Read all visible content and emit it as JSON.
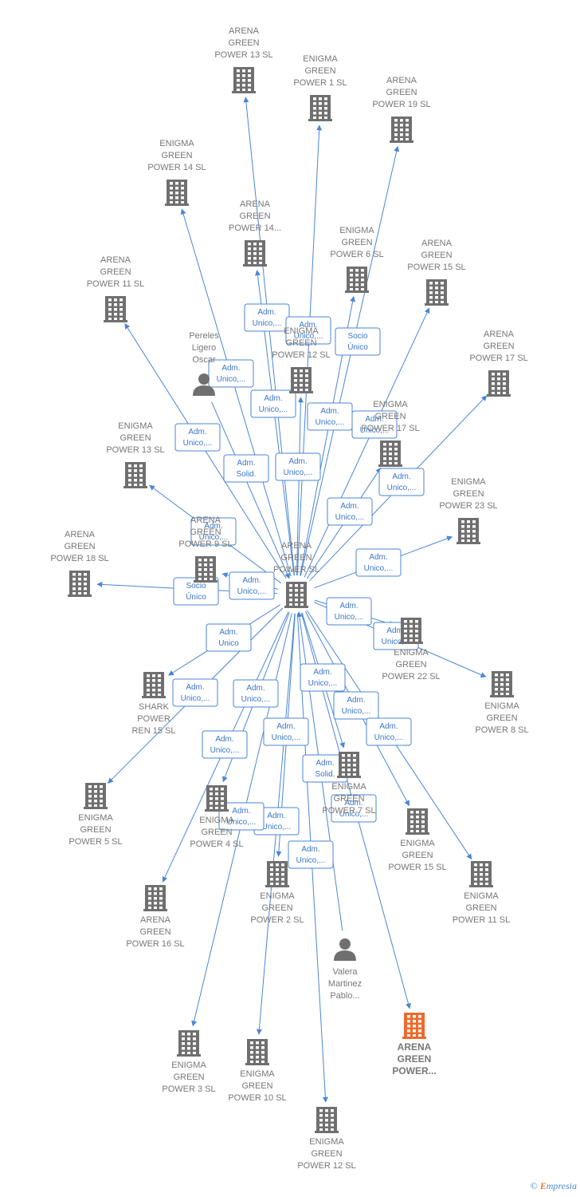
{
  "colors": {
    "edge": "#4a86d6",
    "building": "#6f6f6f",
    "highlight": "#f06a2c",
    "person": "#6f6f6f"
  },
  "nodes": [
    {
      "id": "center",
      "type": "building",
      "lines": [
        "ARENA",
        "GREEN",
        "POWER  SL"
      ]
    },
    {
      "id": "n1",
      "type": "building",
      "lines": [
        "ARENA",
        "GREEN",
        "POWER 13  SL"
      ]
    },
    {
      "id": "n2",
      "type": "building",
      "lines": [
        "ENIGMA",
        "GREEN",
        "POWER 1  SL"
      ]
    },
    {
      "id": "n3",
      "type": "building",
      "lines": [
        "ARENA",
        "GREEN",
        "POWER 19  SL"
      ]
    },
    {
      "id": "n4",
      "type": "building",
      "lines": [
        "ENIGMA",
        "GREEN",
        "POWER 14  SL"
      ]
    },
    {
      "id": "n5",
      "type": "building",
      "lines": [
        "ARENA",
        "GREEN",
        "POWER 14..."
      ]
    },
    {
      "id": "n6",
      "type": "building",
      "lines": [
        "ENIGMA",
        "GREEN",
        "POWER 6  SL"
      ]
    },
    {
      "id": "n7",
      "type": "building",
      "lines": [
        "ARENA",
        "GREEN",
        "POWER 15  SL"
      ]
    },
    {
      "id": "n8",
      "type": "building",
      "lines": [
        "ARENA",
        "GREEN",
        "POWER 11  SL"
      ]
    },
    {
      "id": "n9",
      "type": "person",
      "lines": [
        "Pereles",
        "Ligero",
        "Oscar"
      ]
    },
    {
      "id": "n10",
      "type": "building",
      "lines": [
        "ENIGMA",
        "GREEN",
        "POWER 12  SL"
      ]
    },
    {
      "id": "n11",
      "type": "building",
      "lines": [
        "ARENA",
        "GREEN",
        "POWER 17  SL"
      ]
    },
    {
      "id": "n12",
      "type": "building",
      "lines": [
        "ENIGMA",
        "GREEN",
        "POWER 17  SL"
      ]
    },
    {
      "id": "n13",
      "type": "building",
      "lines": [
        "ENIGMA",
        "GREEN",
        "POWER 13  SL"
      ]
    },
    {
      "id": "n14",
      "type": "building",
      "lines": [
        "ENIGMA",
        "GREEN",
        "POWER 23  SL"
      ]
    },
    {
      "id": "n15",
      "type": "building",
      "lines": [
        "ARENA",
        "GREEN",
        "POWER 9  SL"
      ]
    },
    {
      "id": "n16",
      "type": "building",
      "lines": [
        "ARENA",
        "GREEN",
        "POWER 18  SL"
      ]
    },
    {
      "id": "n17",
      "type": "building",
      "lines": [
        "ENIGMA",
        "GREEN",
        "POWER 22  SL"
      ]
    },
    {
      "id": "n18",
      "type": "building",
      "lines": [
        "ENIGMA",
        "GREEN",
        "POWER 8  SL"
      ]
    },
    {
      "id": "n19",
      "type": "building",
      "lines": [
        "SHARK",
        "POWER",
        "REN 15  SL"
      ]
    },
    {
      "id": "n20",
      "type": "building",
      "lines": [
        "ENIGMA",
        "GREEN",
        "POWER 5  SL"
      ]
    },
    {
      "id": "n21",
      "type": "building",
      "lines": [
        "ENIGMA",
        "GREEN",
        "POWER 4  SL"
      ]
    },
    {
      "id": "n22",
      "type": "building",
      "lines": [
        "ENIGMA",
        "GREEN",
        "POWER 2  SL"
      ]
    },
    {
      "id": "n23",
      "type": "building",
      "lines": [
        "ENIGMA",
        "GREEN",
        "POWER 7  SL"
      ]
    },
    {
      "id": "n24",
      "type": "building",
      "lines": [
        "ENIGMA",
        "GREEN",
        "POWER 15  SL"
      ]
    },
    {
      "id": "n25",
      "type": "building",
      "lines": [
        "ENIGMA",
        "GREEN",
        "POWER 11  SL"
      ]
    },
    {
      "id": "n26",
      "type": "building",
      "lines": [
        "ARENA",
        "GREEN",
        "POWER 16  SL"
      ]
    },
    {
      "id": "n27",
      "type": "person",
      "lines": [
        "Valera",
        "Martinez",
        "Pablo..."
      ]
    },
    {
      "id": "n28",
      "type": "building",
      "highlight": true,
      "lines": [
        "ARENA",
        "GREEN",
        "POWER..."
      ]
    },
    {
      "id": "n29",
      "type": "building",
      "lines": [
        "ENIGMA",
        "GREEN",
        "POWER 3  SL"
      ]
    },
    {
      "id": "n30",
      "type": "building",
      "lines": [
        "ENIGMA",
        "GREEN",
        "POWER 10  SL"
      ]
    },
    {
      "id": "n31",
      "type": "building",
      "lines": [
        "ENIGMA",
        "GREEN",
        "POWER 12  SL"
      ]
    }
  ],
  "edges": [
    {
      "from": "center",
      "to": "n1",
      "label": [
        "Adm.",
        "Unico,..."
      ]
    },
    {
      "from": "center",
      "to": "n2",
      "label": [
        "Adm.",
        "Unico,..."
      ]
    },
    {
      "from": "center",
      "to": "n3",
      "label": [
        "Socio",
        "Único"
      ]
    },
    {
      "from": "center",
      "to": "n4",
      "label": [
        "Adm.",
        "Unico,..."
      ]
    },
    {
      "from": "center",
      "to": "n5",
      "label": [
        "Adm.",
        "Unico,..."
      ]
    },
    {
      "from": "center",
      "to": "n6",
      "label": [
        "Adm.",
        "Unico,..."
      ]
    },
    {
      "from": "center",
      "to": "n7",
      "label": [
        "Adm.",
        "Unico,..."
      ]
    },
    {
      "from": "center",
      "to": "n8",
      "label": [
        "Adm.",
        "Unico,..."
      ]
    },
    {
      "from": "n9",
      "to": "center",
      "label": [
        "Adm.",
        "Solid."
      ]
    },
    {
      "from": "center",
      "to": "n10",
      "label": [
        "Adm.",
        "Unico,..."
      ]
    },
    {
      "from": "center",
      "to": "n11",
      "label": [
        "Adm.",
        "Unico,..."
      ]
    },
    {
      "from": "center",
      "to": "n12",
      "label": [
        "Adm.",
        "Unico,..."
      ]
    },
    {
      "from": "center",
      "to": "n13",
      "label": [
        "Adm.",
        "Unico,..."
      ]
    },
    {
      "from": "center",
      "to": "n14",
      "label": [
        "Adm.",
        "Unico,..."
      ]
    },
    {
      "from": "center",
      "to": "n15",
      "label": [
        "Adm.",
        "Unico,..."
      ]
    },
    {
      "from": "center",
      "to": "n16",
      "label": [
        "Socio",
        "Único"
      ]
    },
    {
      "from": "center",
      "to": "n17",
      "label": [
        "Adm.",
        "Unico,..."
      ]
    },
    {
      "from": "center",
      "to": "n18",
      "label": [
        "Adm.",
        "Unico,..."
      ]
    },
    {
      "from": "center",
      "to": "n19",
      "label": [
        "Adm.",
        "Unico"
      ]
    },
    {
      "from": "center",
      "to": "n20",
      "label": [
        "Adm.",
        "Unico,..."
      ]
    },
    {
      "from": "center",
      "to": "n21",
      "label": [
        "Adm.",
        "Unico,..."
      ]
    },
    {
      "from": "center",
      "to": "n22",
      "label": [
        "Adm.",
        "Unico,..."
      ]
    },
    {
      "from": "center",
      "to": "n23",
      "label": [
        "Adm.",
        "Unico,..."
      ]
    },
    {
      "from": "center",
      "to": "n24",
      "label": [
        "Adm.",
        "Unico,..."
      ]
    },
    {
      "from": "center",
      "to": "n25",
      "label": [
        "Adm.",
        "Unico,..."
      ]
    },
    {
      "from": "center",
      "to": "n26",
      "label": [
        "Adm.",
        "Unico,..."
      ]
    },
    {
      "from": "n27",
      "to": "center",
      "label": [
        "Adm.",
        "Solid."
      ]
    },
    {
      "from": "center",
      "to": "n28",
      "label": [
        "Adm.",
        "Unico,..."
      ]
    },
    {
      "from": "center",
      "to": "n29",
      "label": [
        "Adm.",
        "Unico,..."
      ]
    },
    {
      "from": "center",
      "to": "n30",
      "label": [
        "Adm.",
        "Unico,..."
      ]
    },
    {
      "from": "center",
      "to": "n31",
      "label": [
        "Adm.",
        "Unico,..."
      ]
    }
  ],
  "footer": {
    "copyright": "©",
    "brand_first": "E",
    "brand_rest": "mpresia"
  }
}
